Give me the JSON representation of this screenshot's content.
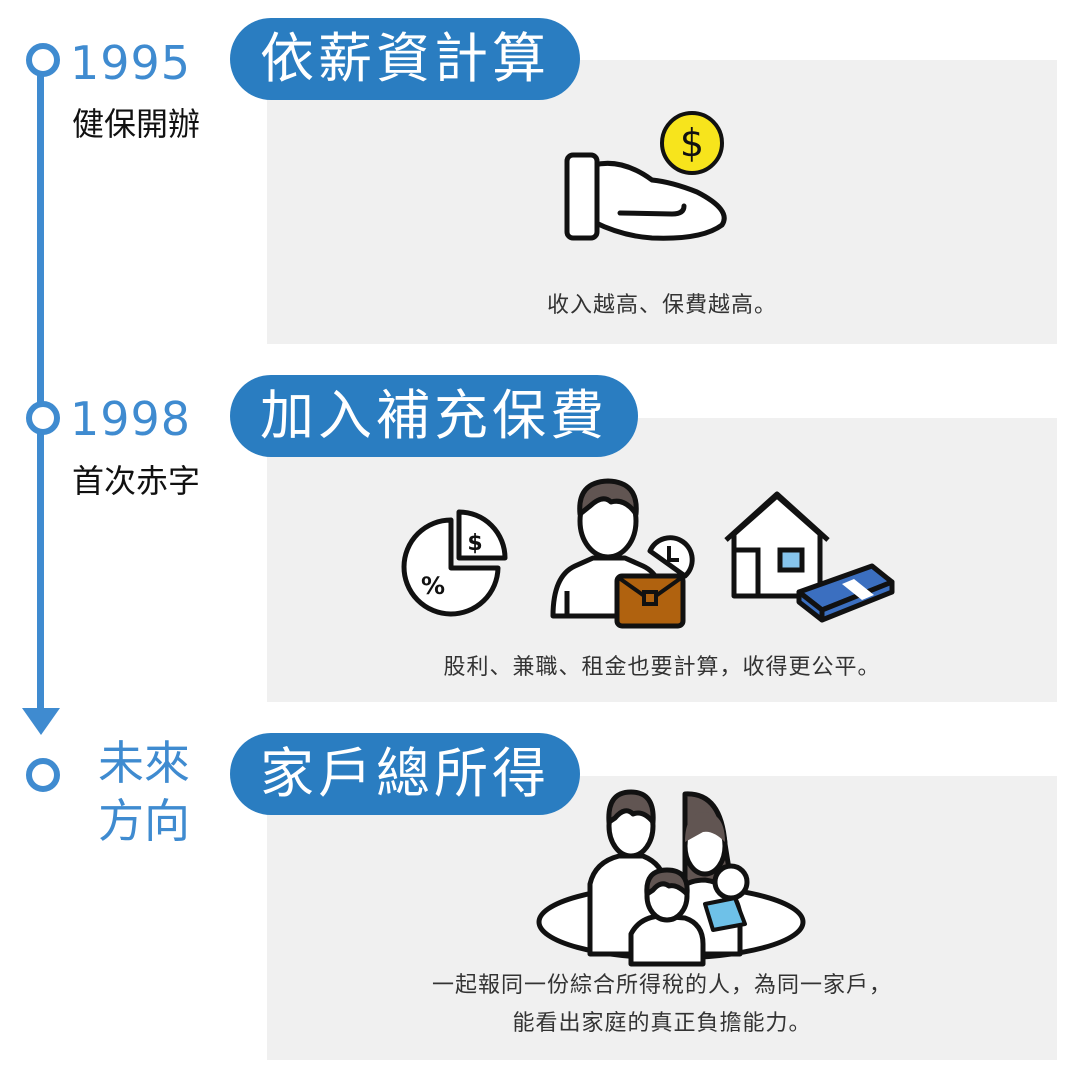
{
  "timeline": {
    "color": "#3f8bd0",
    "stages": [
      {
        "year": "1995",
        "subtitle": "健保開辦",
        "title": "依薪資計算",
        "caption": "收入越高、保費越高。",
        "icons": [
          "hand-holding-coin-icon",
          "dollar-coin-icon"
        ]
      },
      {
        "year": "1998",
        "subtitle": "首次赤字",
        "title": "加入補充保費",
        "caption": "股利、兼職、租金也要計算，收得更公平。",
        "icons": [
          "pie-chart-dividend-icon",
          "part-time-worker-icon",
          "house-rent-money-icon"
        ]
      },
      {
        "year_line1": "未來",
        "year_line2": "方向",
        "title": "家戶總所得",
        "caption_line1": "一起報同一份綜合所得稅的人，為同一家戶，",
        "caption_line2": "能看出家庭的真正負擔能力。",
        "icons": [
          "family-household-icon"
        ]
      }
    ]
  },
  "colors": {
    "pill": "#2a7dc1",
    "panel": "#f0f0f0",
    "coin": "#f7e41c",
    "briefcase": "#b0620f",
    "money": "#3b6fc0",
    "window": "#86c4ec",
    "hair": "#615552"
  },
  "icon_text": {
    "dollar": "$",
    "percent": "%"
  }
}
